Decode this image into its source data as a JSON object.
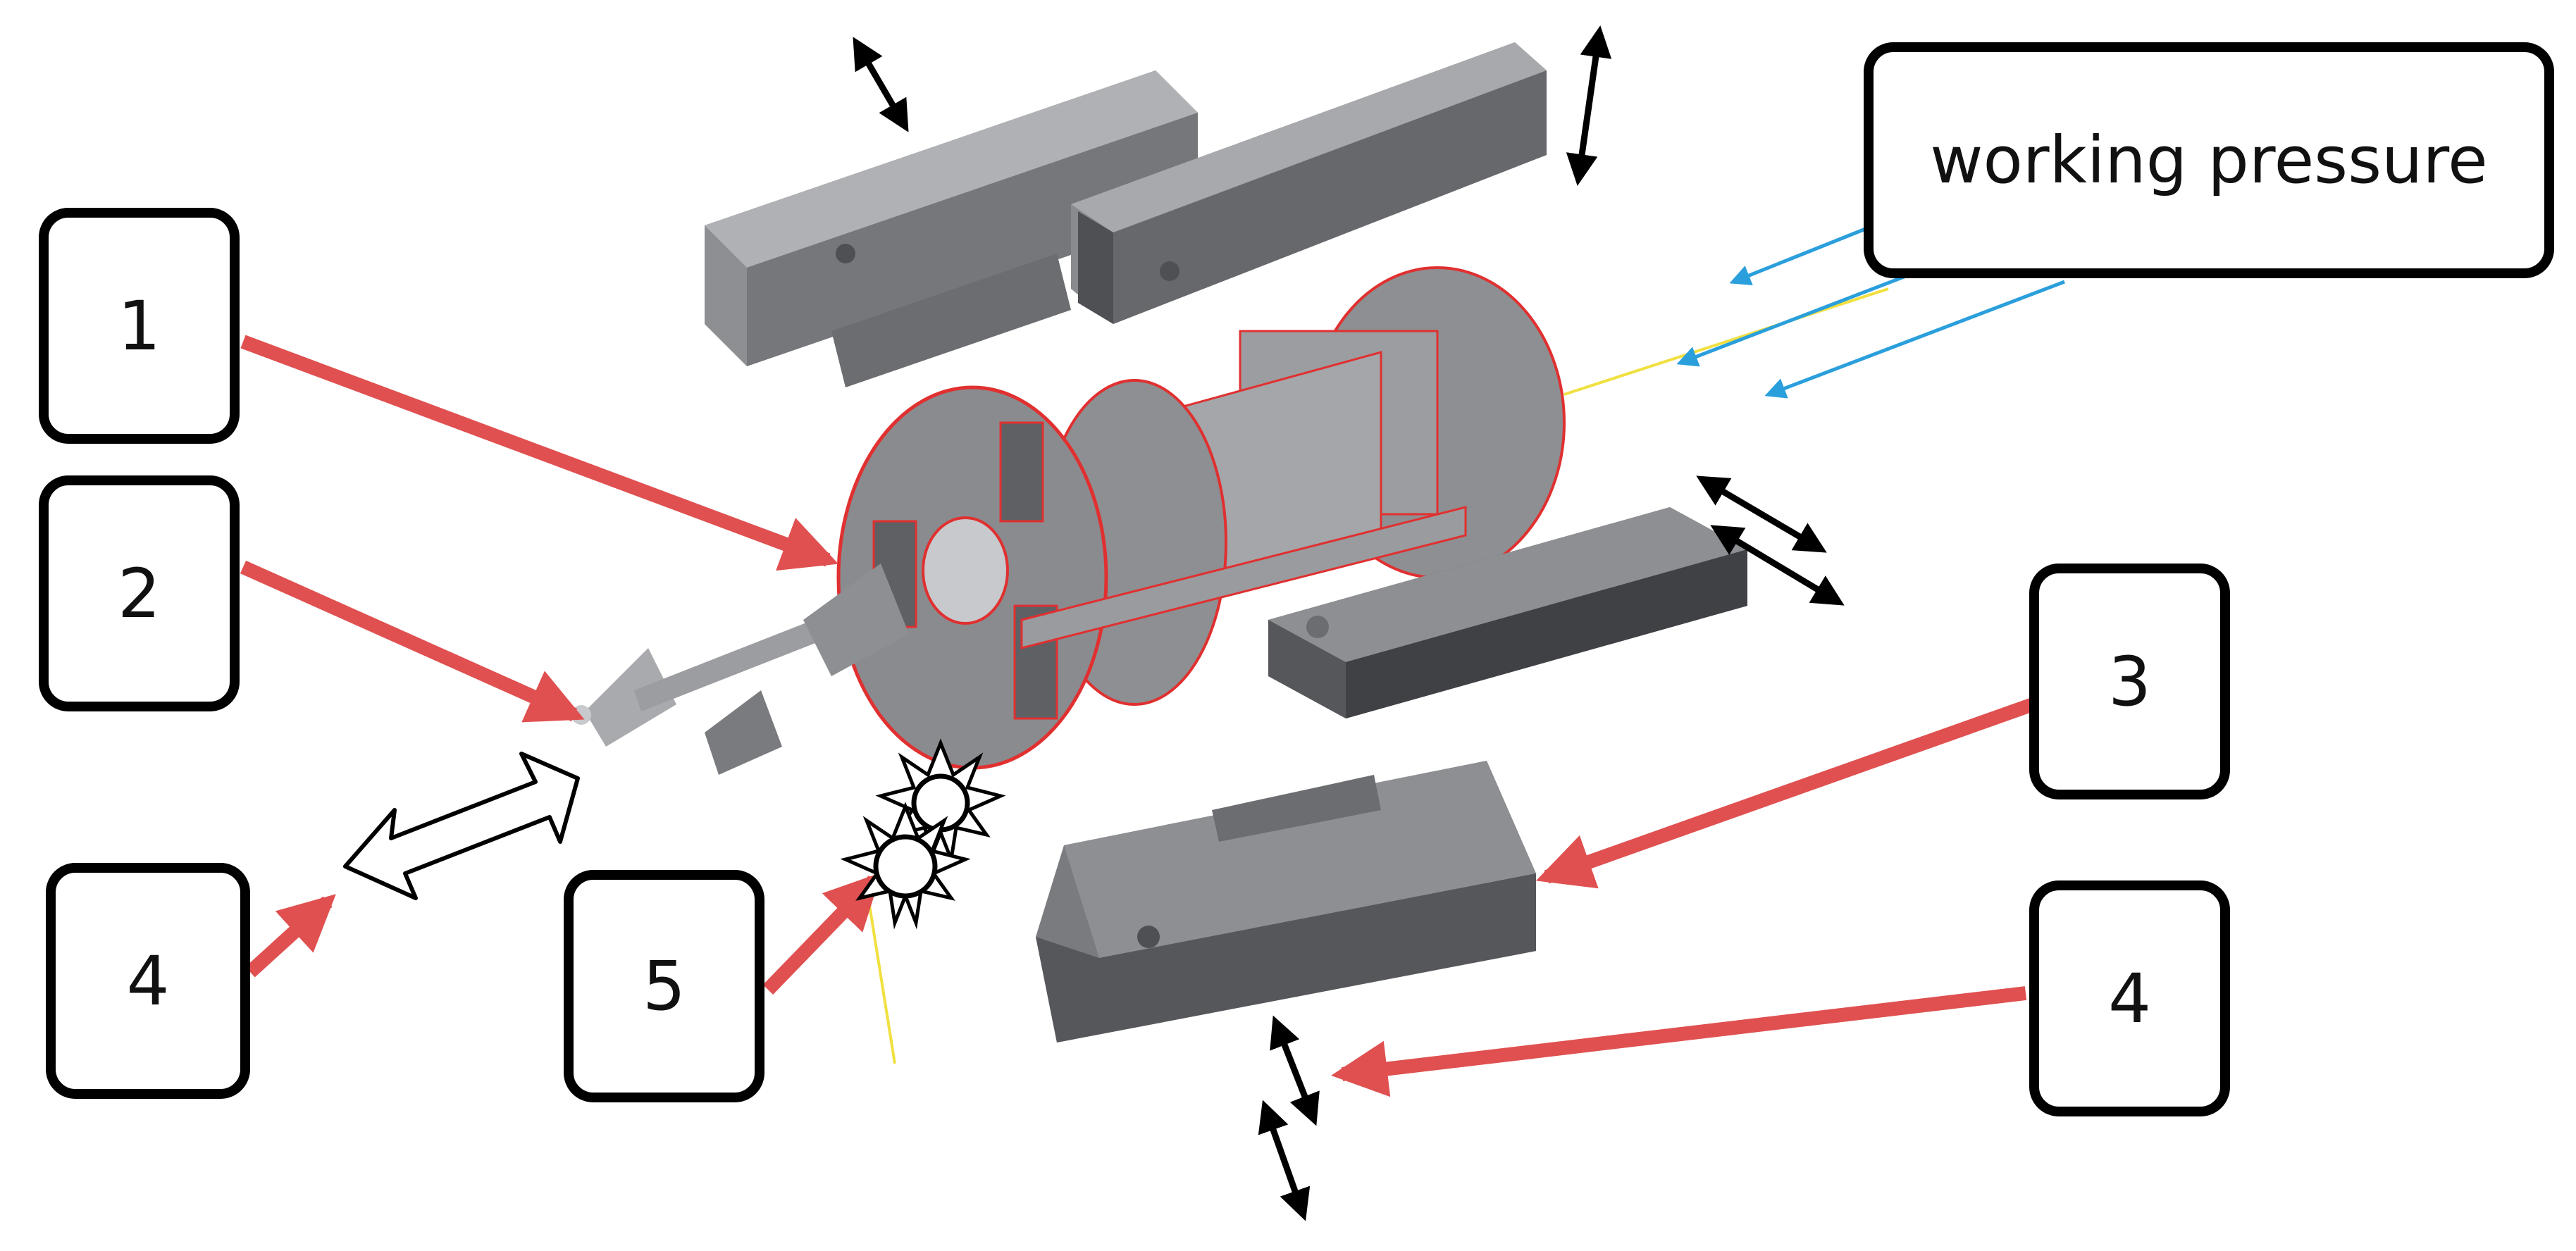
{
  "labels": {
    "l1": "1",
    "l2": "2",
    "l3": "3",
    "l4_left": "4",
    "l4_right": "4",
    "l5": "5",
    "pressure": "working pressure"
  },
  "colors": {
    "callout_arrow": "#e05050",
    "pressure_arrow": "#2a9fdc",
    "part_gray": "#8e8f92",
    "part_dark": "#5e6064",
    "part_light": "#b0b1b4",
    "rotor_outline": "#e03030"
  },
  "icons": {
    "spark": "spark-icon",
    "double_arrow": "double-arrow-icon",
    "hollow_double_arrow": "hollow-double-arrow-icon"
  }
}
